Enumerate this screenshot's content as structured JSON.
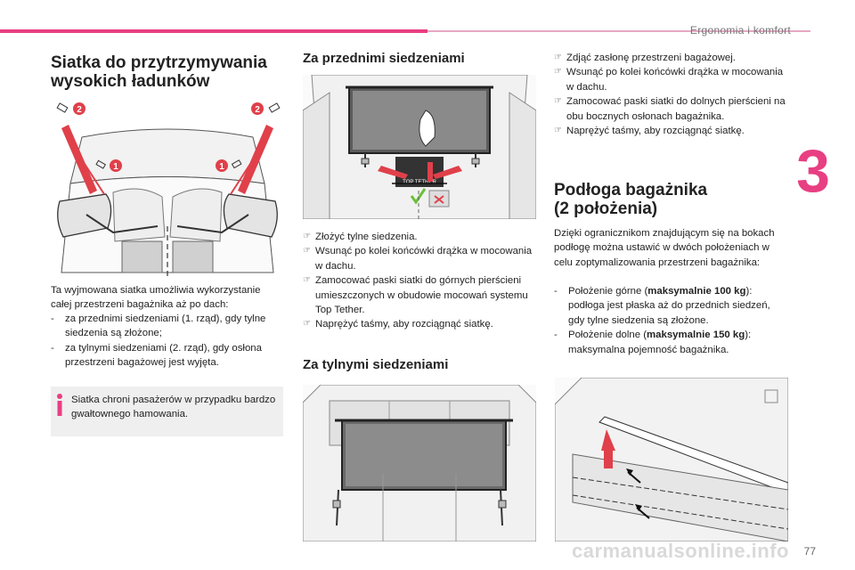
{
  "header": {
    "section": "Ergonomia i komfort",
    "chapter": "3"
  },
  "page_number": "77",
  "watermark": "carmanualsonline.info",
  "left": {
    "title_line1": "Siatka do przytrzymywania",
    "title_line2": "wysokich ładunków",
    "figure_labels": [
      "2",
      "2",
      "1",
      "1"
    ],
    "intro": "Ta wyjmowana siatka umożliwia wykorzystanie całej przestrzeni bagażnika aż po dach:",
    "items": [
      "za przednimi siedzeniami (1. rząd), gdy tylne siedzenia są złożone;",
      "za tylnymi siedzeniami (2. rząd), gdy osłona przestrzeni bagażowej jest wyjęta."
    ],
    "info": "Siatka chroni pasażerów w przypadku bardzo gwałtownego hamowania."
  },
  "middle": {
    "title_front": "Za przednimi siedzeniami",
    "front_sign": "TOP TETHER",
    "front_steps": [
      "Złożyć tylne siedzenia.",
      "Wsunąć po kolei końcówki drążka w mocowania w dachu.",
      "Zamocować paski siatki do górnych pierścieni umieszczonych w obudowie mocowań systemu Top Tether.",
      "Naprężyć taśmy, aby rozciągnąć siatkę."
    ],
    "title_rear": "Za tylnymi siedzeniami"
  },
  "right": {
    "steps": [
      "Zdjąć zasłonę przestrzeni bagażowej.",
      "Wsunąć po kolei końcówki drążka w mocowania w dachu.",
      "Zamocować paski siatki do dolnych pierścieni na obu bocznych osłonach bagażnika.",
      "Naprężyć taśmy, aby rozciągnąć siatkę."
    ],
    "floor_title_line1": "Podłoga bagażnika",
    "floor_title_line2": "(2 położenia)",
    "floor_intro": "Dzięki ogranicznikom znajdującym się na bokach podłogę można ustawić w dwóch położeniach w celu zoptymalizowania przestrzeni bagażnika:",
    "pos_upper_label": "Położenie górne (",
    "pos_upper_bold": "maksymalnie 100 kg",
    "pos_upper_rest": "): podłoga jest płaska aż do przednich siedzeń, gdy tylne siedzenia są złożone.",
    "pos_lower_label": "Położenie dolne (",
    "pos_lower_bold": "maksymalnie 150 kg",
    "pos_lower_rest": "): maksymalna pojemność bagażnika."
  },
  "colors": {
    "accent": "#e83f82",
    "label_red": "#e0404a",
    "check_green": "#6cbf3a"
  }
}
